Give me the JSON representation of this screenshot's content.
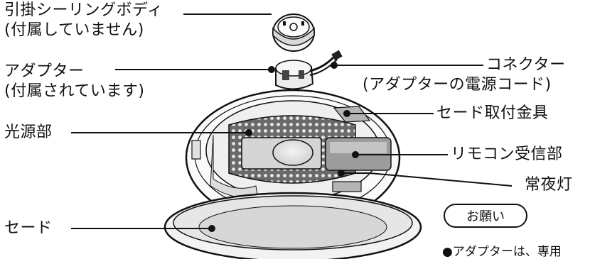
{
  "labels": {
    "ceiling_body_line1": "引掛シーリングボディ",
    "ceiling_body_line2": "(付属していません)",
    "adapter_line1": "アダプター",
    "adapter_line2": "(付属されています)",
    "light_source": "光源部",
    "shade": "セード",
    "connector_line1": "コネクター",
    "connector_line2": "(アダプターの電源コード)",
    "shade_bracket": "セード取付金具",
    "remote_receiver": "リモコン受信部",
    "night_light": "常夜灯"
  },
  "note": {
    "badge": "お願い",
    "text": "●アダプターは、専用"
  }
}
